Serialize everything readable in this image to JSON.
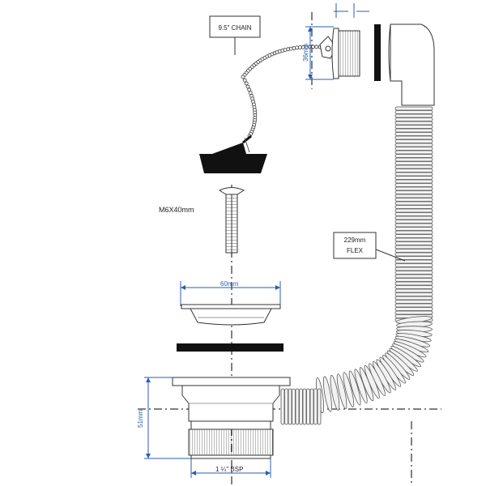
{
  "labels": {
    "chain": "9.5\" CHAIN",
    "screw": "M6X40mm",
    "flex_length": "229mm",
    "flex_word": "FLEX",
    "dim_overflow_height": "36mm",
    "dim_flange_width": "60mm",
    "dim_body_height": "51mm",
    "dim_thread": "1 ¼\" BSP"
  },
  "colors": {
    "dimension": "#2a5db0",
    "outline": "#333333",
    "solid": "#111111",
    "hose_fill": "#f2f2f2"
  }
}
